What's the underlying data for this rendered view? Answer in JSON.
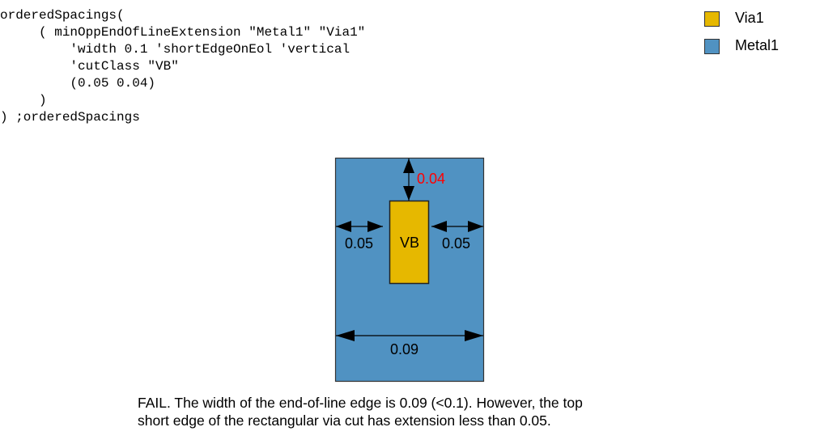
{
  "code": {
    "lines": [
      "orderedSpacings(",
      "     ( minOppEndOfLineExtension \"Metal1\" \"Via1\"",
      "         'width 0.1 'shortEdgeOnEol 'vertical",
      "         'cutClass \"VB\"",
      "         (0.05 0.04)",
      "     )",
      ") ;orderedSpacings"
    ]
  },
  "legend": {
    "items": [
      {
        "label": "Via1",
        "color": "#e6b800"
      },
      {
        "label": "Metal1",
        "color": "#5092c2"
      }
    ]
  },
  "diagram": {
    "metal_color": "#5092c2",
    "via_color": "#e6b800",
    "via_label": "VB",
    "dimensions": {
      "top_extension": "0.04",
      "top_extension_color": "#ff0000",
      "left_extension": "0.05",
      "right_extension": "0.05",
      "metal_width": "0.09"
    }
  },
  "caption": {
    "line1": "FAIL. The width of the end-of-line edge is 0.09 (<0.1). However, the top",
    "line2": "short edge of the rectangular via cut has extension less than 0.05."
  }
}
